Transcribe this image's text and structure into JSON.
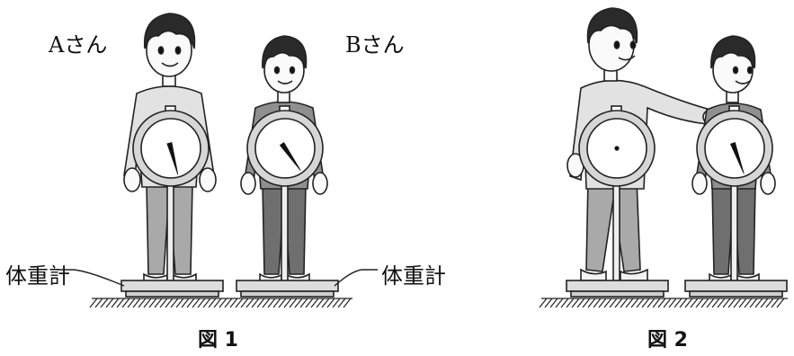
{
  "figure1": {
    "caption": "図 1",
    "label_a": "Aさん",
    "label_b": "Bさん",
    "scale_label_left": "体重計",
    "scale_label_right": "体重計",
    "person_a_needle_angle_deg": 165,
    "person_b_needle_angle_deg": 145
  },
  "figure2": {
    "caption": "図 2",
    "person_a_scale": "zero",
    "person_b_needle_angle_deg": 160
  },
  "colors": {
    "line": "#222222",
    "shirt_light": "#e2e2e2",
    "shirt_dark": "#8f8f8f",
    "pants_light": "#a9a9a9",
    "pants_dark": "#6f6f6f",
    "hair": "#2a2a2a",
    "dial_ring": "#d6d6d6",
    "base": "#dddddd"
  }
}
